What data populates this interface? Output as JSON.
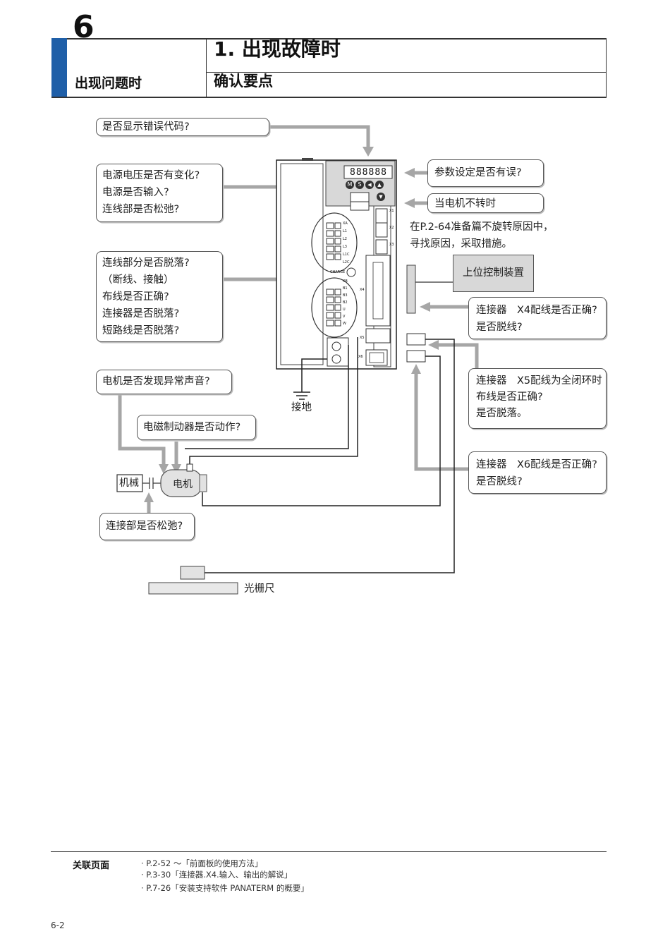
{
  "header": {
    "chapter_number": "6",
    "chapter_title": "出现问题时",
    "section_title": "1. 出现故障时",
    "section_subtitle": "确认要点"
  },
  "callouts": {
    "error_code": "是否显示错误代码?",
    "power": [
      "电源电压是否有变化?",
      "电源是否输入?",
      "连线部是否松弛?"
    ],
    "wiring": [
      "连线部分是否脱落?",
      "（断线、接触）",
      "布线是否正确?",
      "连接器是否脱落?",
      "短路线是否脱落?"
    ],
    "motor_noise": "电机是否发现异常声音?",
    "brake": "电磁制动器是否动作?",
    "coupling": "连接部是否松弛?",
    "param": "参数设定是否有误?",
    "motor_not_turn": "当电机不转时",
    "motor_note": [
      "在P.2-64准备篇不旋转原因中，",
      "寻找原因，采取措施。"
    ],
    "host_controller": "上位控制装置",
    "x4": [
      "连接器　X4配线是否正确?",
      "是否脱线?"
    ],
    "x5": [
      "连接器　X5配线为全闭环时",
      "布线是否正确?",
      "是否脱落。"
    ],
    "x6": [
      "连接器　X6配线是否正确?",
      "是否脱线?"
    ]
  },
  "labels": {
    "ground": "接地",
    "machine": "机械",
    "motor": "电机",
    "scale": "光栅尺"
  },
  "drive": {
    "display_digits": "888888",
    "keys": [
      "M",
      "S",
      "◀",
      "▲",
      "▼"
    ],
    "main_power_labels": [
      "XA",
      "L1",
      "L2",
      "L3",
      "L1C",
      "L2C"
    ],
    "motor_power_labels": [
      "XB",
      "B1",
      "B3",
      "B2",
      "U",
      "V",
      "W"
    ],
    "port_labels": [
      "X1",
      "X2",
      "X3",
      "X4",
      "X5",
      "X6"
    ],
    "charge_label": "CHARGE"
  },
  "related": {
    "title": "关联页面",
    "items": [
      "· P.2-52 ～「前面板的使用方法」",
      "· P.3-30「连接器.X4.输入、输出的解说」",
      "· P.7-26「安装支持软件 PANATERM 的概要」"
    ]
  },
  "page_number": "6-2",
  "colors": {
    "accent_blue": "#1f5fa8",
    "arrow_gray": "#a6a6a6",
    "panel_gray": "#d8d8d8"
  }
}
